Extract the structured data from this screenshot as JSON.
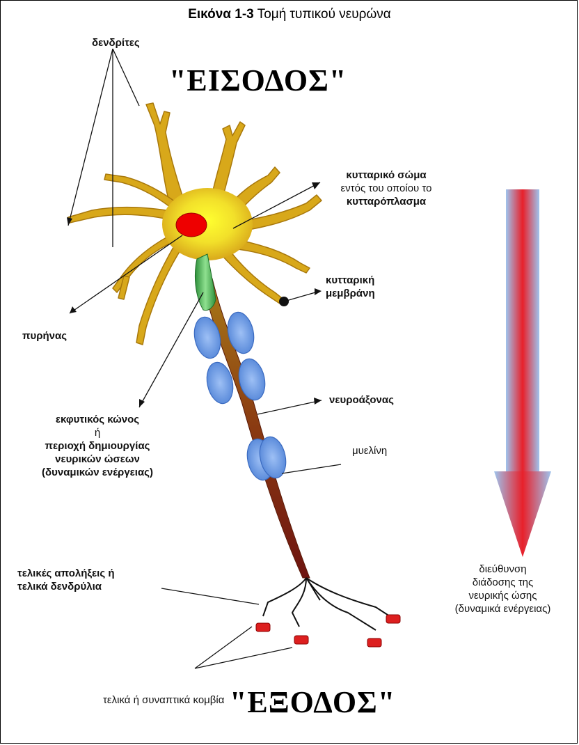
{
  "figure": {
    "title_bold": "Εικόνα 1-3",
    "title_rest": " Τομή τυπικού νευρώνα"
  },
  "headings": {
    "input": "\"ΕΙΣΟΔΟΣ\"",
    "output": "\"ΕΞΟΔΟΣ\""
  },
  "labels": {
    "dendrites": "δενδρίτες",
    "cell_body_1": "κυτταρικό σώμα",
    "cell_body_2": "εντός του οποίου το",
    "cell_body_3": "κυτταρόπλασμα",
    "membrane_1": "κυτταρική",
    "membrane_2": "μεμβράνη",
    "nucleus": "πυρήνας",
    "axon_hillock_1": "εκφυτικός κώνος",
    "axon_hillock_2": "ή",
    "axon_hillock_3": "περιοχή δημιουργίας",
    "axon_hillock_4": "νευρικών ώσεων",
    "axon_hillock_5": "(δυναμικών ενέργειας)",
    "axon": "νευροάξονας",
    "myelin": "μυελίνη",
    "terminals_1": "τελικές απολήξεις ή",
    "terminals_2": "τελικά δενδρύλια",
    "boutons": "τελικά ή συναπτικά κομβία",
    "direction_1": "διεύθυνση",
    "direction_2": "διάδοσης της",
    "direction_3": "νευρικής ώσης",
    "direction_4": "(δυναμικά ενέργειας)"
  },
  "colors": {
    "dendrite": "#d8a81a",
    "soma_center": "#ffff20",
    "nucleus": "#ee0000",
    "hillock": "#3cb44a",
    "myelin": "#5a8fe0",
    "axon_top": "#a06a10",
    "axon_bottom": "#7a1a10",
    "bouton": "#dd1f1f",
    "arrow_red": "#e8202a",
    "arrow_blue": "#9ec4ee"
  }
}
